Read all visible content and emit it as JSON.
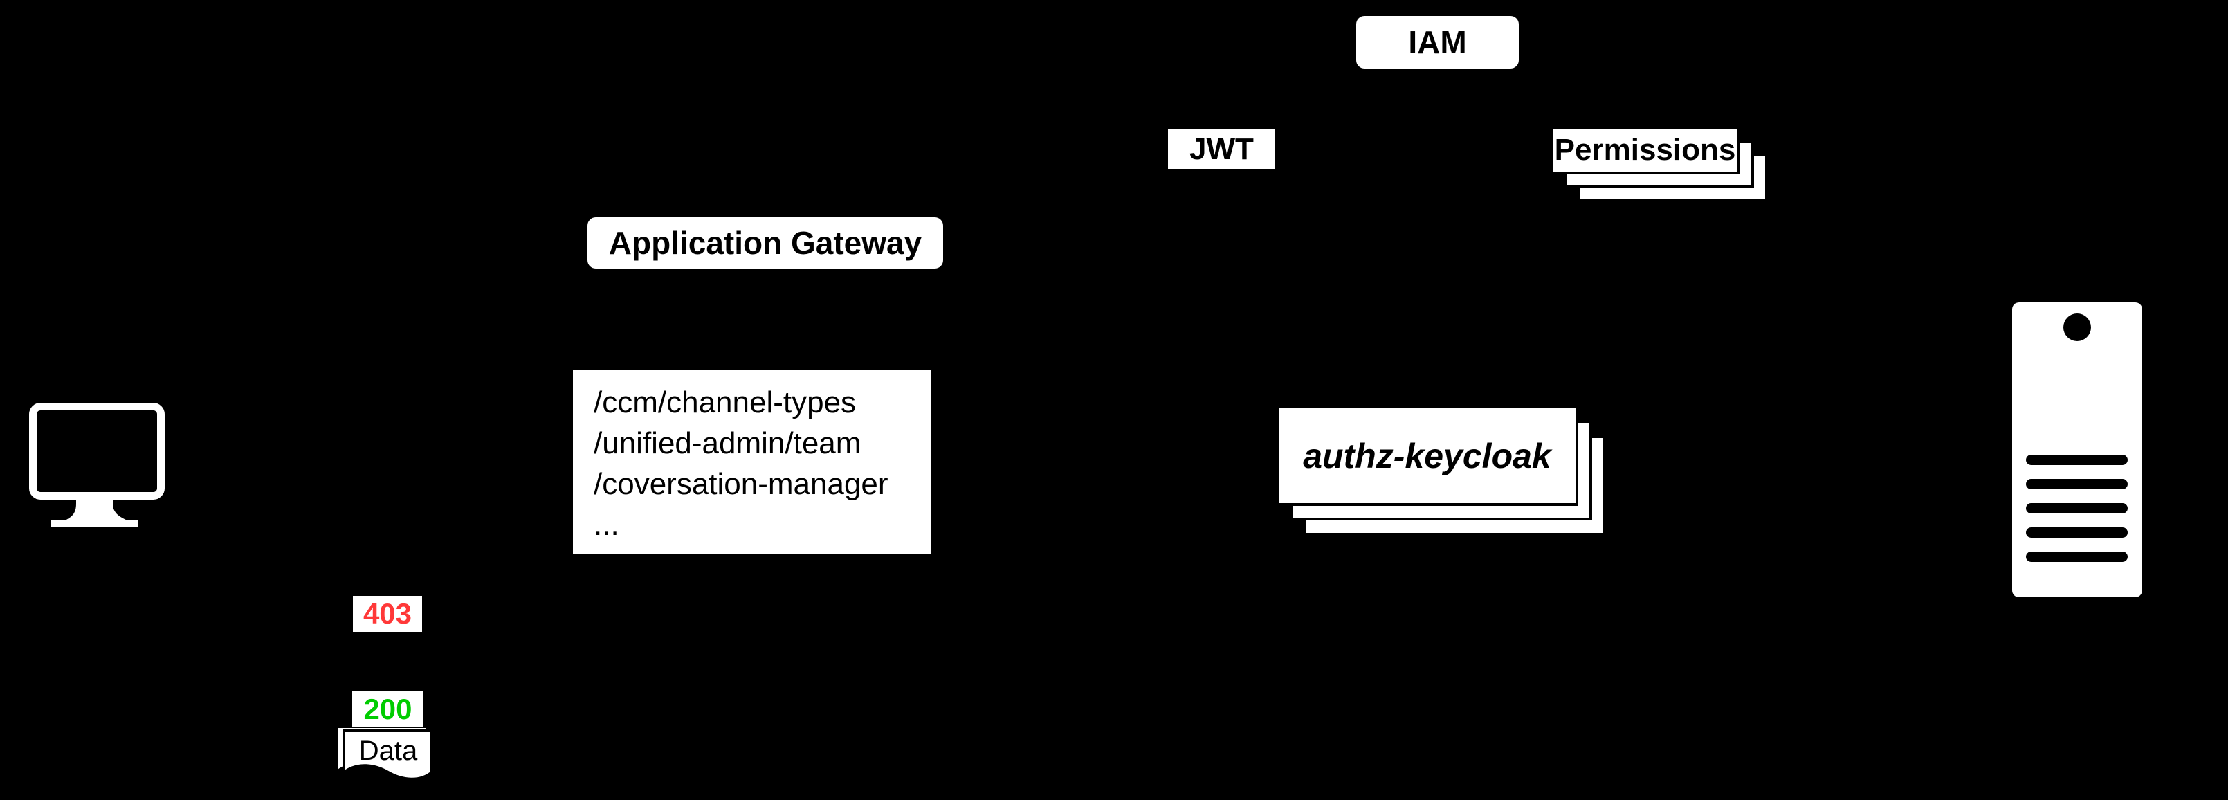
{
  "diagram": {
    "background": "#000000",
    "node_fill": "#FFFFFF",
    "node_text_color": "#000000"
  },
  "client": {
    "icon": "monitor-icon"
  },
  "gateway": {
    "label": "Application Gateway"
  },
  "routes": {
    "lines": [
      "/ccm/channel-types",
      "/unified-admin/team",
      "/coversation-manager",
      "..."
    ]
  },
  "jwt": {
    "label": "JWT"
  },
  "iam": {
    "label": "IAM"
  },
  "permissions": {
    "label": "Permissions"
  },
  "authz": {
    "label": "authz-keycloak"
  },
  "responses": {
    "forbidden": {
      "code": "403",
      "color": "#FF3838"
    },
    "ok": {
      "code": "200",
      "color": "#00CC00"
    },
    "data": {
      "label": "Data"
    }
  },
  "server": {
    "icon": "server-icon"
  }
}
